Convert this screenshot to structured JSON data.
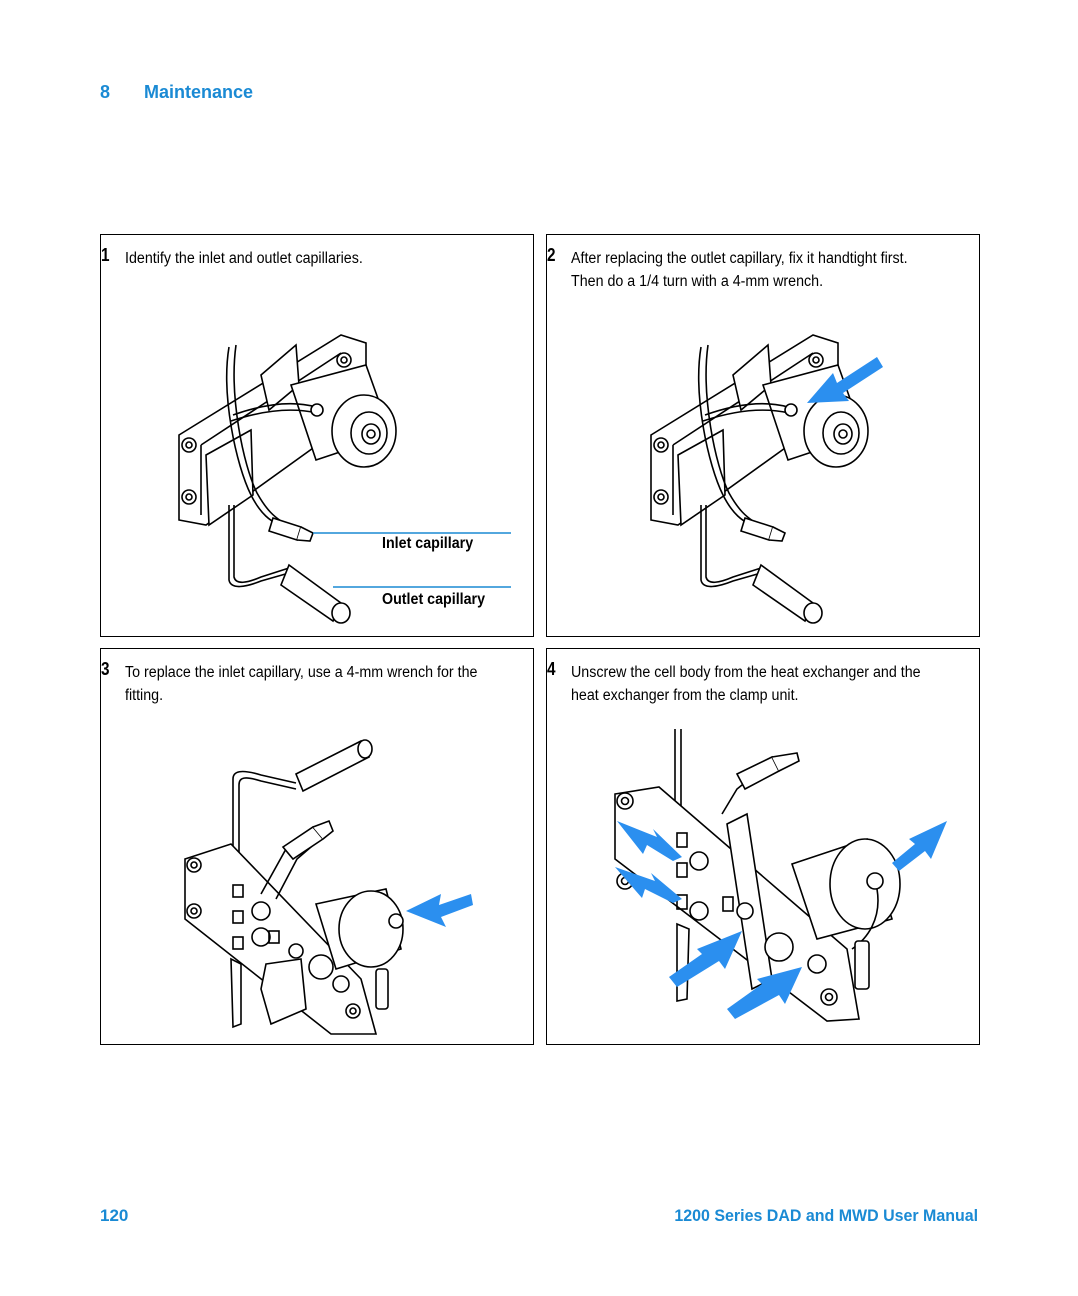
{
  "header": {
    "chapter": "8",
    "title": "Maintenance"
  },
  "steps": [
    {
      "number": "1",
      "text": "Identify the inlet and outlet capillaries.",
      "callouts": [
        "Inlet capillary",
        "Outlet capillary"
      ]
    },
    {
      "number": "2",
      "text": "After replacing the outlet capillary, fix it handtight first. Then do a 1/4 turn with a 4-mm wrench."
    },
    {
      "number": "3",
      "text": "To replace the inlet capillary, use a 4-mm wrench for the fitting."
    },
    {
      "number": "4",
      "text": "Unscrew the cell body from the heat exchanger and the heat exchanger from the clamp unit."
    }
  ],
  "footer": {
    "page_number": "120",
    "manual_title": "1200 Series DAD and MWD User Manual"
  },
  "colors": {
    "accent": "#1a8ad4",
    "arrow": "#2b8fef"
  },
  "icons": [
    "flow-cell-drawing",
    "arrow-icon"
  ]
}
